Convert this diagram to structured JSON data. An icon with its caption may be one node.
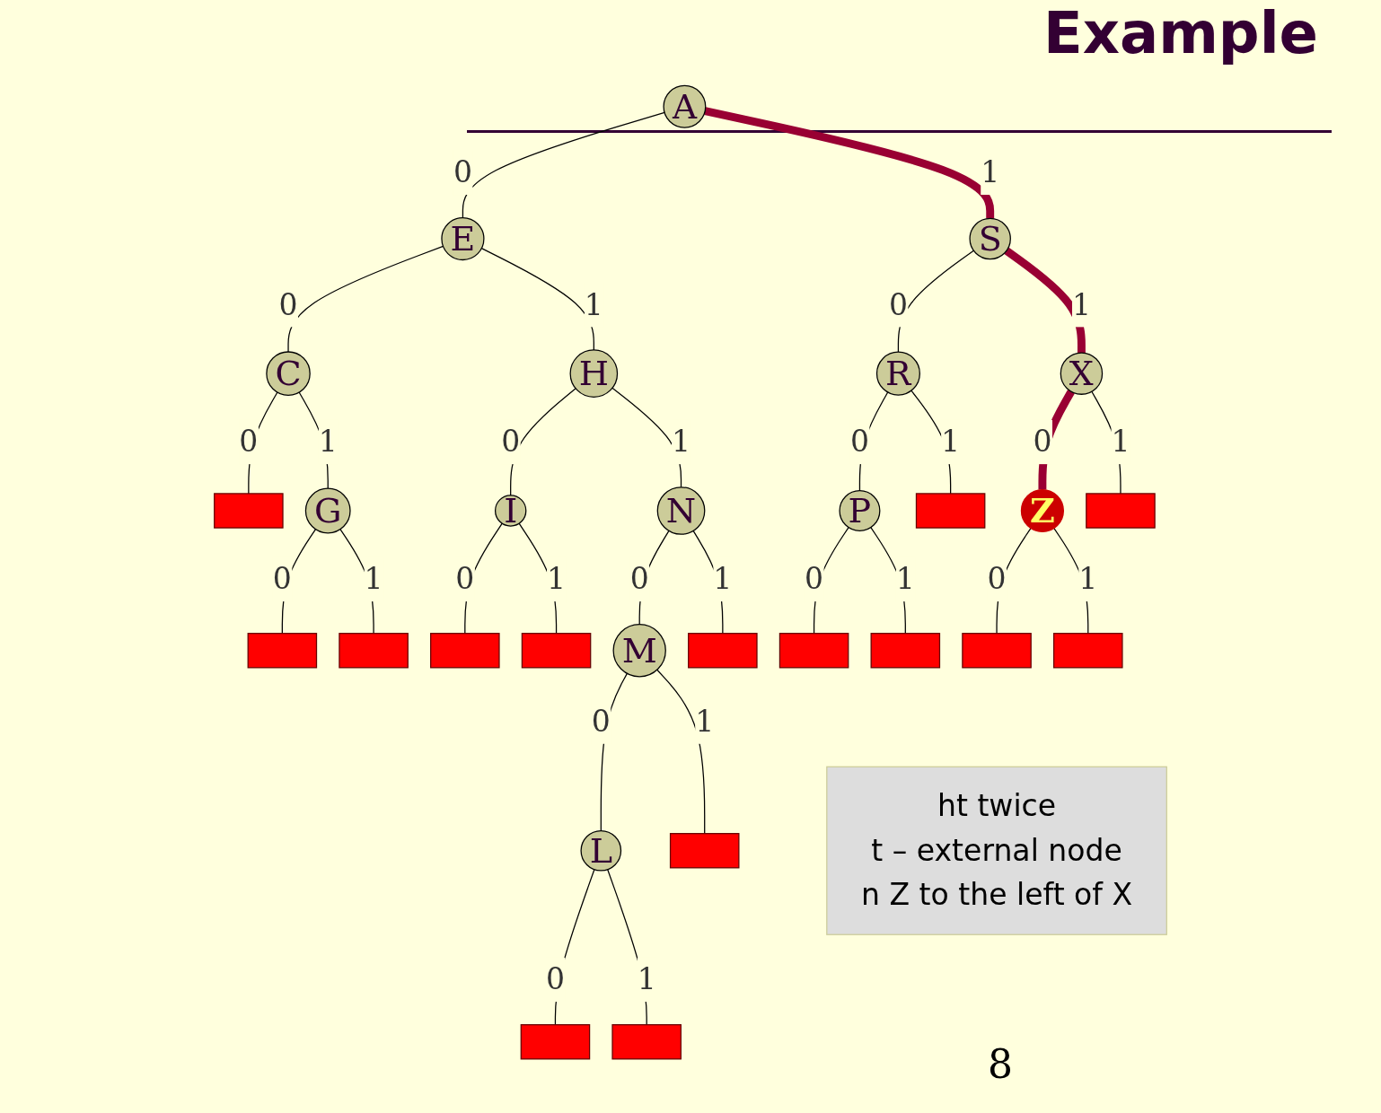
{
  "diagram": {
    "title": "Example",
    "nodes": [
      {
        "text": [
          "A"
        ]
      },
      {
        "text": [
          "E"
        ]
      },
      {
        "text": [
          "S"
        ]
      },
      {
        "text": [
          "C"
        ]
      },
      {
        "text": [
          "H"
        ]
      },
      {
        "text": [
          "R"
        ]
      },
      {
        "text": [
          "X"
        ]
      },
      {
        "text": [
          "G"
        ]
      },
      {
        "text": [
          "I"
        ]
      },
      {
        "text": [
          "N"
        ]
      },
      {
        "text": [
          "P"
        ]
      },
      {
        "text": [
          "Z"
        ]
      },
      {
        "text": [
          "M"
        ]
      },
      {
        "text": [
          "L"
        ]
      },
      {
        "text": [],
        "shape": "box"
      },
      {
        "text": [],
        "shape": "box"
      },
      {
        "text": [],
        "shape": "box"
      },
      {
        "text": [],
        "shape": "box"
      },
      {
        "text": [],
        "shape": "box"
      },
      {
        "text": [],
        "shape": "box"
      },
      {
        "text": [],
        "shape": "box"
      },
      {
        "text": [],
        "shape": "box"
      },
      {
        "text": [],
        "shape": "box"
      },
      {
        "text": [],
        "shape": "box"
      },
      {
        "text": [],
        "shape": "box"
      },
      {
        "text": [],
        "shape": "box"
      },
      {
        "text": [],
        "shape": "box"
      },
      {
        "text": [],
        "shape": "box"
      },
      {
        "text": [],
        "shape": "box"
      },
      {
        "text": [
          "ht twice",
          "t – external node",
          "n Z to the left of X"
        ]
      }
    ],
    "edges": [
      {
        "from": 0,
        "to": 1,
        "arrow": "none",
        "label": "0"
      },
      {
        "from": 0,
        "to": 2,
        "arrow": "none",
        "label": "1",
        "style": "thick",
        "color": "#990033"
      },
      {
        "from": 1,
        "to": 3,
        "arrow": "none",
        "label": "0"
      },
      {
        "from": 1,
        "to": 4,
        "arrow": "none",
        "label": "1"
      },
      {
        "from": 3,
        "to": 14,
        "arrow": "none",
        "label": "0"
      },
      {
        "from": 3,
        "to": 7,
        "arrow": "none",
        "label": "1"
      },
      {
        "from": 7,
        "to": 15,
        "arrow": "none",
        "label": "0"
      },
      {
        "from": 7,
        "to": 16,
        "arrow": "none",
        "label": "1"
      },
      {
        "from": 4,
        "to": 8,
        "arrow": "none",
        "label": "0"
      },
      {
        "from": 4,
        "to": 9,
        "arrow": "none",
        "label": "1"
      },
      {
        "from": 8,
        "to": 17,
        "arrow": "none",
        "label": "0"
      },
      {
        "from": 8,
        "to": 18,
        "arrow": "none",
        "label": "1"
      },
      {
        "from": 9,
        "to": 12,
        "arrow": "none",
        "label": "0"
      },
      {
        "from": 9,
        "to": 19,
        "arrow": "none",
        "label": "1"
      },
      {
        "from": 12,
        "to": 13,
        "arrow": "none",
        "label": "0"
      },
      {
        "from": 12,
        "to": 20,
        "arrow": "none",
        "label": "1"
      },
      {
        "from": 13,
        "to": 21,
        "arrow": "none",
        "label": "0"
      },
      {
        "from": 13,
        "to": 22,
        "arrow": "none",
        "label": "1"
      },
      {
        "from": 2,
        "to": 5,
        "arrow": "none",
        "label": "0"
      },
      {
        "from": 2,
        "to": 6,
        "arrow": "none",
        "label": "1",
        "style": "thick",
        "color": "#990033"
      },
      {
        "from": 5,
        "to": 10,
        "arrow": "none",
        "label": "0"
      },
      {
        "from": 5,
        "to": 23,
        "arrow": "none",
        "label": "1"
      },
      {
        "from": 10,
        "to": 24,
        "arrow": "none",
        "label": "0"
      },
      {
        "from": 10,
        "to": 25,
        "arrow": "none",
        "label": "1"
      },
      {
        "from": 6,
        "to": 11,
        "arrow": "none",
        "label": "0",
        "style": "thick",
        "color": "#990033"
      },
      {
        "from": 6,
        "to": 26,
        "arrow": "none",
        "label": "1"
      },
      {
        "from": 11,
        "to": 27,
        "arrow": "none",
        "label": "0"
      },
      {
        "from": 11,
        "to": 28,
        "arrow": "none",
        "label": "1"
      }
    ],
    "labels": [
      "8"
    ]
  }
}
